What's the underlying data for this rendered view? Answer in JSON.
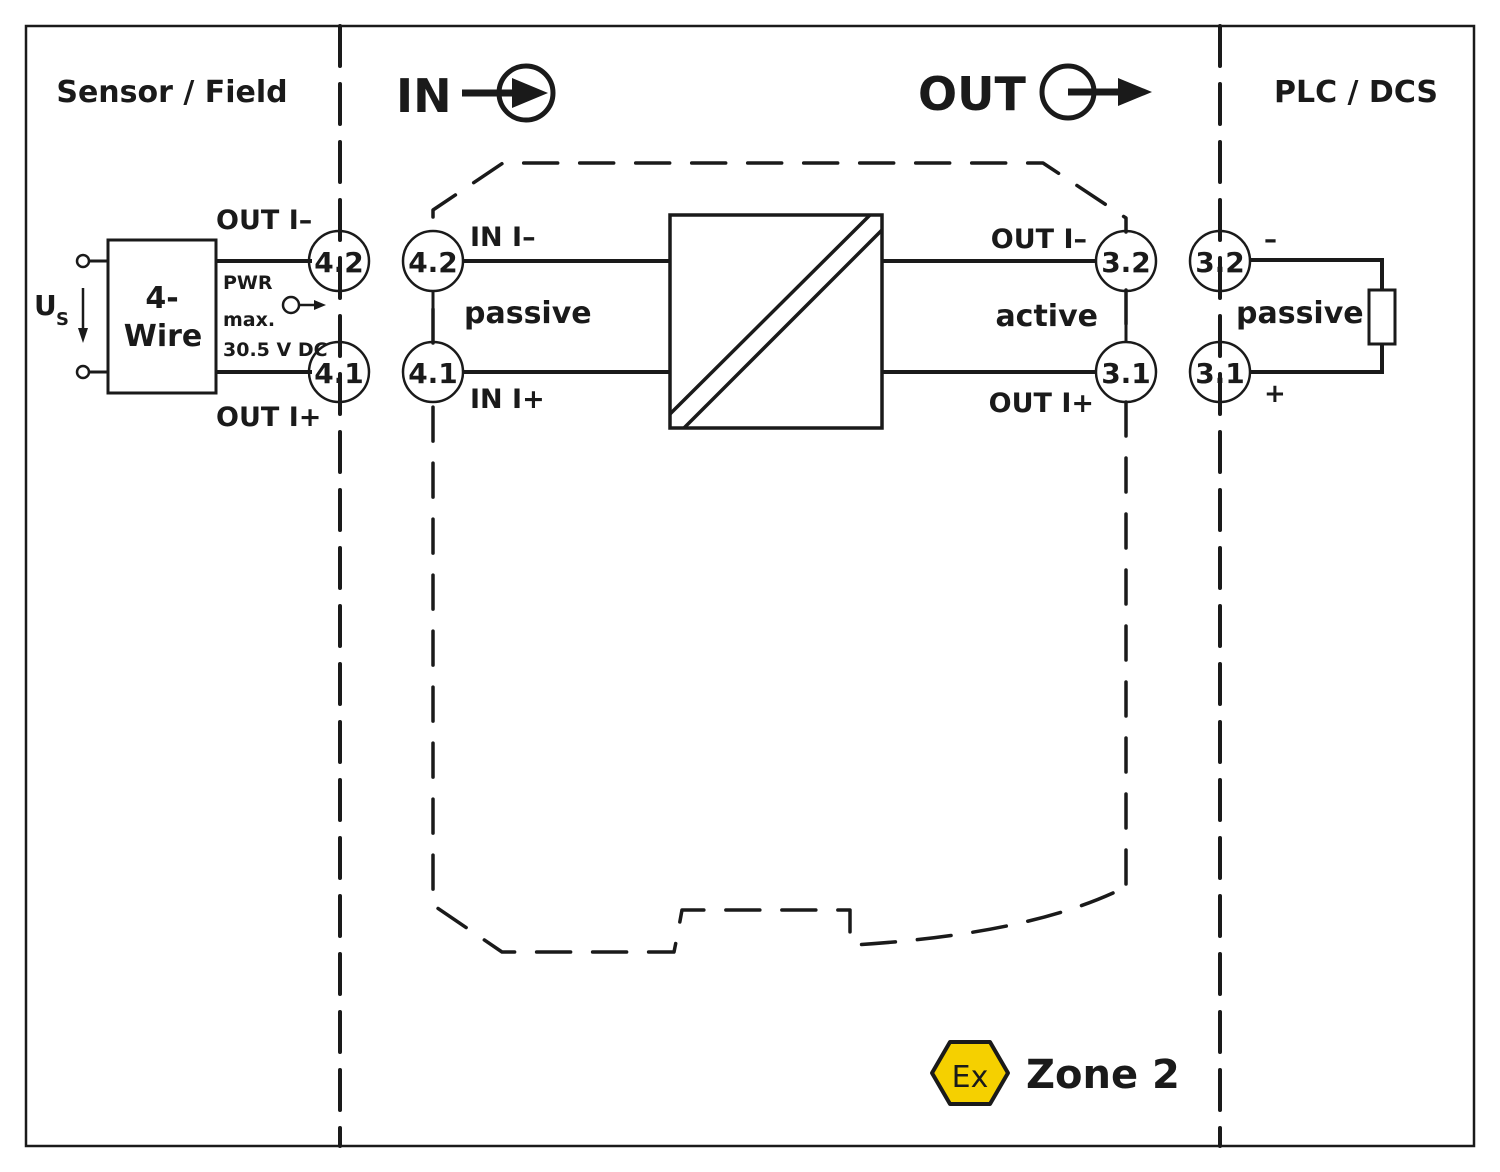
{
  "zones": {
    "sensor_field": "Sensor / Field",
    "plc_dcs": "PLC / DCS",
    "in_header": "IN",
    "out_header": "OUT"
  },
  "field_device": {
    "box_line1": "4-",
    "box_line2": "Wire",
    "supply_label_main": "U",
    "supply_label_sub": "S",
    "pwr_line1": "PWR",
    "pwr_line2": "max.",
    "pwr_line3": "30.5 V DC",
    "out_minus": "OUT I–",
    "out_plus": "OUT I+",
    "terminal_top": "4.2",
    "terminal_bottom": "4.1"
  },
  "module": {
    "in_terminal_top": "4.2",
    "in_terminal_bottom": "4.1",
    "in_minus": "IN I–",
    "in_plus": "IN I+",
    "in_mode": "passive",
    "out_terminal_top": "3.2",
    "out_terminal_bottom": "3.1",
    "out_minus": "OUT I–",
    "out_plus": "OUT I+",
    "out_mode": "active"
  },
  "plc": {
    "terminal_top": "3.2",
    "terminal_bottom": "3.1",
    "minus": "–",
    "plus": "+",
    "mode": "passive"
  },
  "hazard": {
    "symbol": "Ex",
    "label": "Zone 2",
    "symbol_color": "#f5d000"
  }
}
